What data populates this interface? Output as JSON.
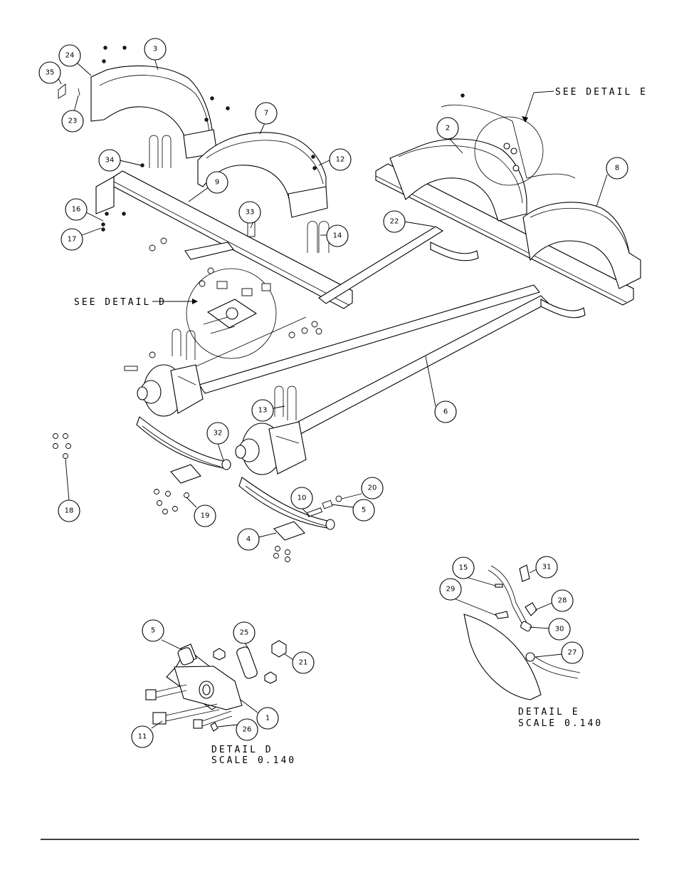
{
  "callouts": [
    {
      "label": "35"
    },
    {
      "label": "24"
    },
    {
      "label": "23"
    },
    {
      "label": "3"
    },
    {
      "label": "7"
    },
    {
      "label": "12"
    },
    {
      "label": "34"
    },
    {
      "label": "9"
    },
    {
      "label": "16"
    },
    {
      "label": "17"
    },
    {
      "label": "33"
    },
    {
      "label": "14"
    },
    {
      "label": "2"
    },
    {
      "label": "8"
    },
    {
      "label": "22"
    },
    {
      "label": "6"
    },
    {
      "label": "13"
    },
    {
      "label": "32"
    },
    {
      "label": "18"
    },
    {
      "label": "19"
    },
    {
      "label": "10"
    },
    {
      "label": "20"
    },
    {
      "label": "5"
    },
    {
      "label": "4"
    },
    {
      "label": "15"
    },
    {
      "label": "31"
    },
    {
      "label": "29"
    },
    {
      "label": "28"
    },
    {
      "label": "30"
    },
    {
      "label": "27"
    },
    {
      "label": "5"
    },
    {
      "label": "25"
    },
    {
      "label": "21"
    },
    {
      "label": "1"
    },
    {
      "label": "11"
    },
    {
      "label": "26"
    }
  ],
  "detail_refs": {
    "d": "SEE DETAIL  D",
    "e": "SEE DETAIL  E"
  },
  "detail_d": {
    "title": "DETAIL  D",
    "scale": "SCALE  0.140"
  },
  "detail_e": {
    "title": "DETAIL  E",
    "scale": "SCALE  0.140"
  }
}
